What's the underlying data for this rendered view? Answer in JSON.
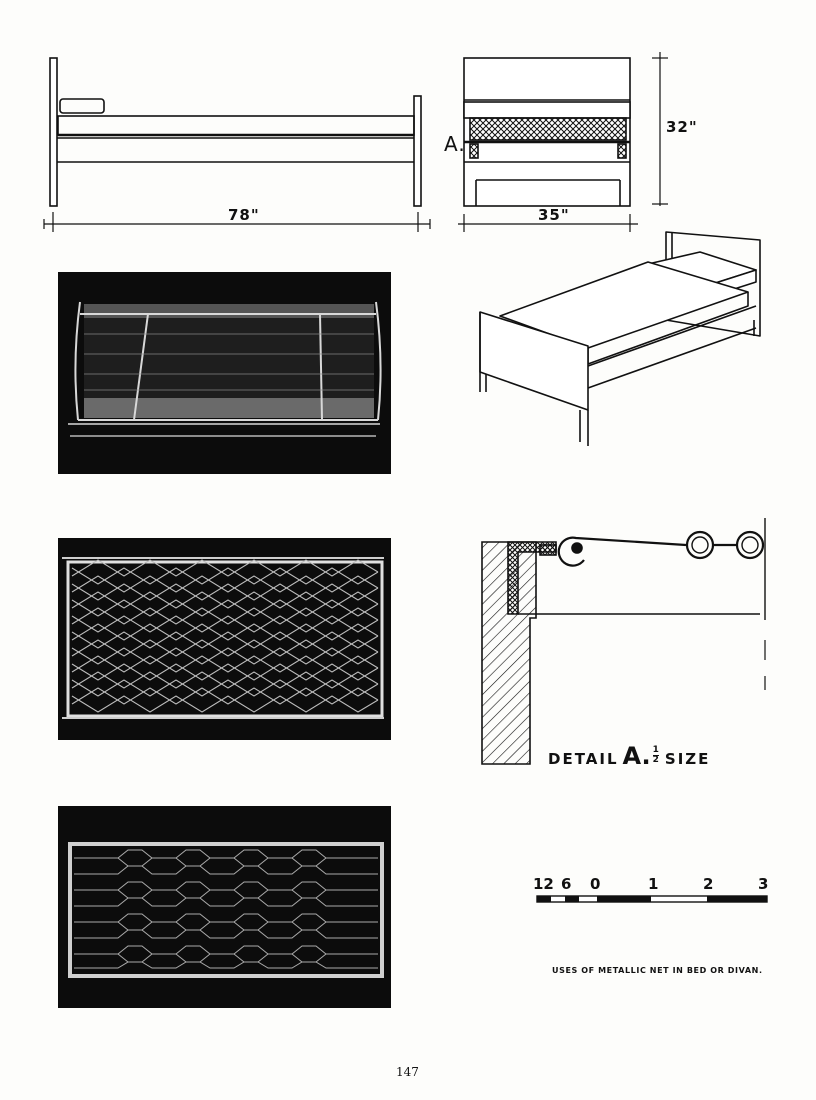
{
  "dimensions": {
    "length": "78\"",
    "width": "35\"",
    "height": "32\""
  },
  "section_marker": "A.",
  "detail_caption": {
    "word": "DETAIL",
    "letter": "A.",
    "fraction_numerator": "1",
    "fraction_denominator": "2",
    "size_word": "SIZE"
  },
  "scale_bar": {
    "labels": [
      "12",
      "6",
      "0",
      "1",
      "2",
      "3"
    ]
  },
  "caption": "USES OF METALLIC NET IN BED OR DIVAN.",
  "page_number": "147",
  "photos": [
    {
      "name": "photo-bed-frame-perspective"
    },
    {
      "name": "photo-diamond-net-spring"
    },
    {
      "name": "photo-hexagonal-net-spring"
    }
  ],
  "colors": {
    "ink": "#111111",
    "photo_background": "#0c0c0c",
    "paper": "#fdfdfb"
  }
}
